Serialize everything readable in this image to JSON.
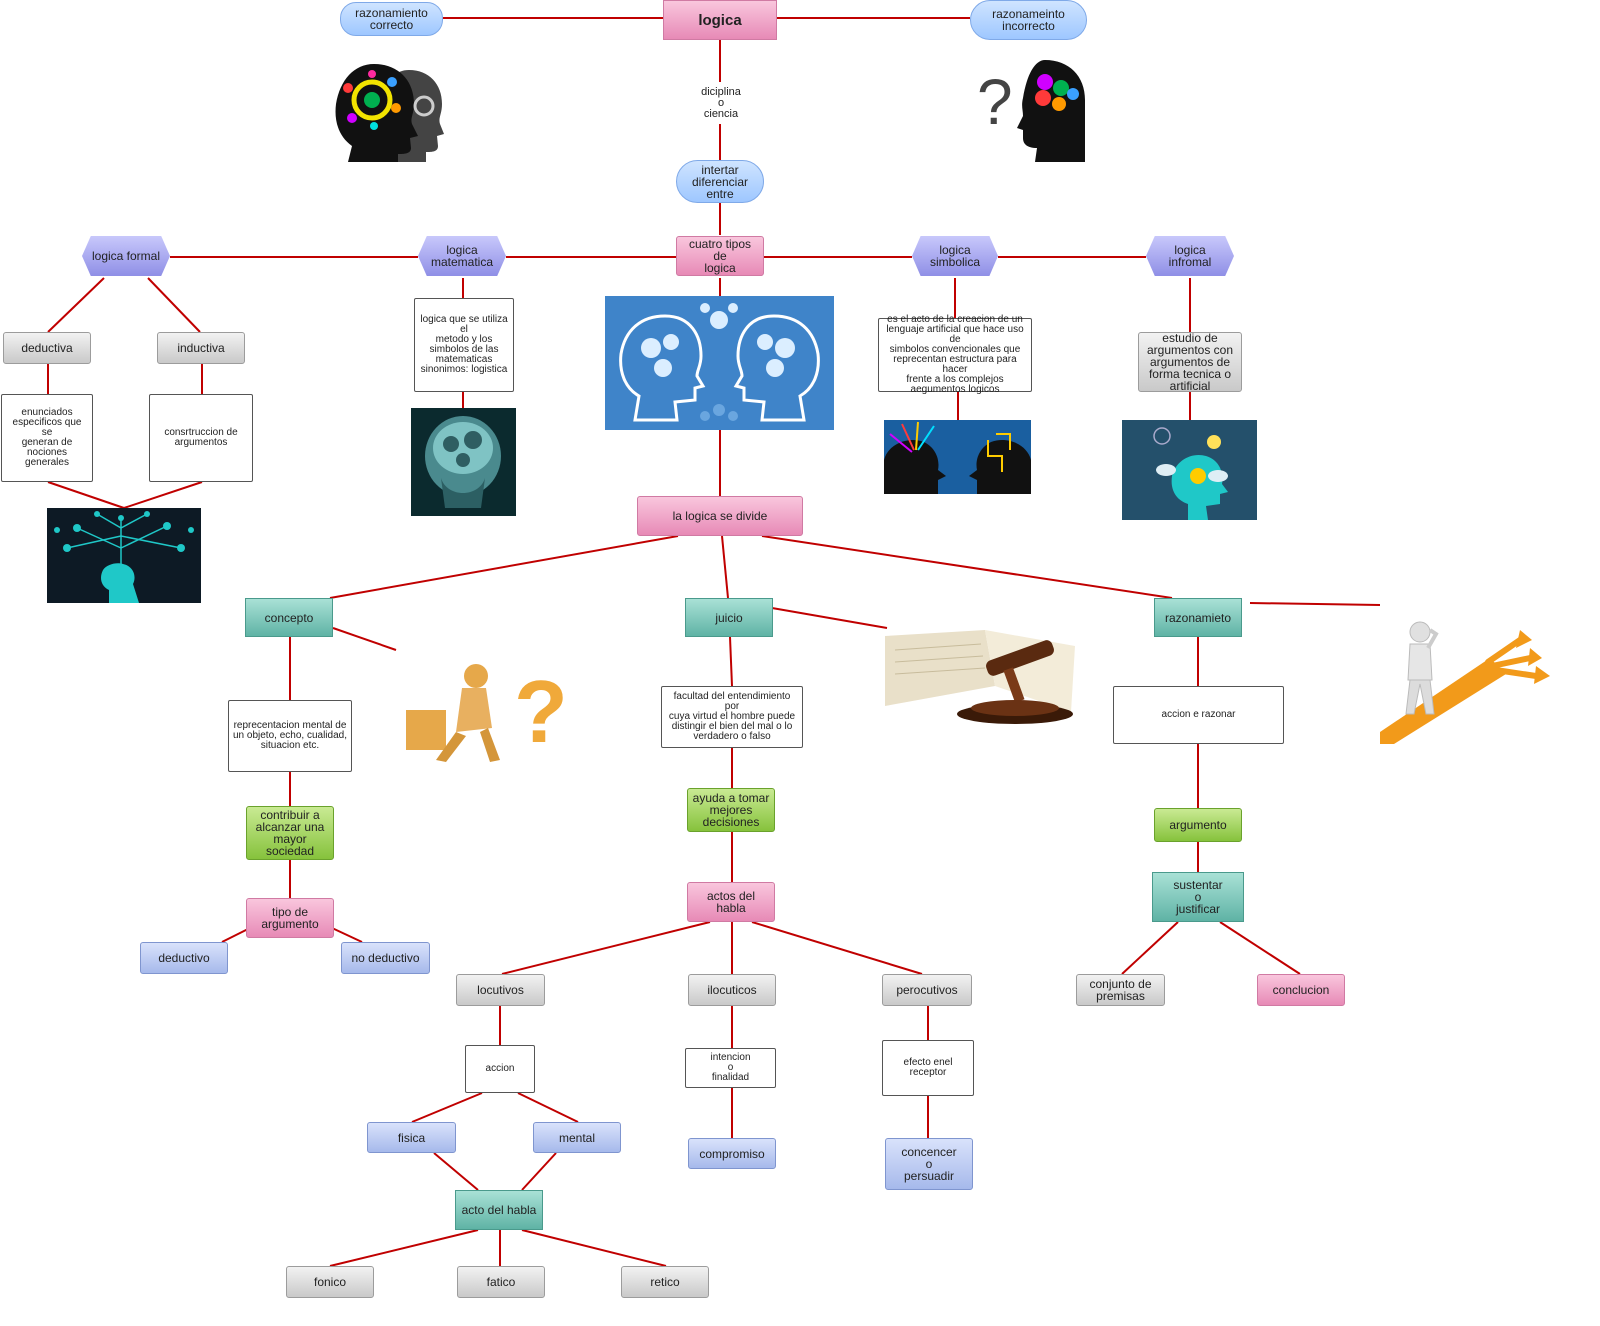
{
  "nodes": {
    "logica": "logica",
    "raz_correcto": "razonamiento\ncorrecto",
    "raz_incorrecto": "razonameinto\nincorrecto",
    "diciplina": "diciplina\no\nciencia",
    "intertar": "intertar\ndiferenciar\nentre",
    "cuatro_tipos": "cuatro tipos de\nlogica",
    "logica_formal": "logica formal",
    "logica_matematica": "logica\nmatematica",
    "logica_simbolica": "logica\nsimbolica",
    "logica_informal": "logica\ninfromal",
    "deductiva": "deductiva",
    "inductiva": "inductiva",
    "enunciados": "enunciados\nespecificos que se\ngeneran de\nnociones generales",
    "construccion": "consrtruccion de\nargumentos",
    "matematica_desc": "logica que se utiliza el\nmetodo y los\nsimbolos de las\nmatematicas\nsinonimos: logistica",
    "simbolica_desc": "es el acto de la creacion de un\nlenguaje artificial que hace uso de\nsimbolos convencionales que\nreprecentan estructura para hacer\nfrente a los complejos\naegumentos logicos",
    "informal_desc": "estudio de\nargumentos con\nargumentos de\nforma tecnica o\nartificial",
    "se_divide": "la logica se divide",
    "concepto": "concepto",
    "juicio": "juicio",
    "razonamiento": "razonamieto",
    "concepto_desc": "reprecentacion mental de\nun objeto, echo, cualidad,\nsituacion etc.",
    "contribuir": "contribuir a\nalcanzar una\nmayor sociedad",
    "tipo_argumento": "tipo de\nargumento",
    "deductivo": "deductivo",
    "no_deductivo": "no deductivo",
    "juicio_desc": "facultad del entendimiento por\ncuya virtud el hombre puede\ndistingir el bien del mal o lo\nverdadero o falso",
    "ayuda": "ayuda a tomar\nmejores\ndecisiones",
    "actos_habla": "actos del habla",
    "locutivos": "locutivos",
    "ilocuticos": "ilocuticos",
    "perocutivos": "perocutivos",
    "accion": "accion",
    "intencion": "intencion\no\nfinalidad",
    "efecto": "efecto enel receptor",
    "fisica": "fisica",
    "mental": "mental",
    "compromiso": "compromiso",
    "convencer": "concencer\no\npersuadir",
    "acto_habla": "acto del habla",
    "fonico": "fonico",
    "fatico": "fatico",
    "retico": "retico",
    "accion_razonar": "accion e razonar",
    "argumento": "argumento",
    "sustentar": "sustentar\no\njustificar",
    "premisas": "conjunto de\npremisas",
    "conclusion": "conclucion"
  },
  "images": {
    "head_gears": "head-gears-icon",
    "head_question": "head-question-icon",
    "head_gears_mirror": "heads-gears-illustration",
    "head_mechanic": "mechanical-head-illustration",
    "heads_color": "colorful-heads-illustration",
    "head_bulb": "head-lightbulb-illustration",
    "head_tree": "head-network-tree-illustration",
    "thinker": "thinker-question-illustration",
    "gavel": "gavel-book-illustration",
    "crossroads": "crossroads-person-illustration"
  },
  "colors": {
    "edge": "#c00000"
  }
}
